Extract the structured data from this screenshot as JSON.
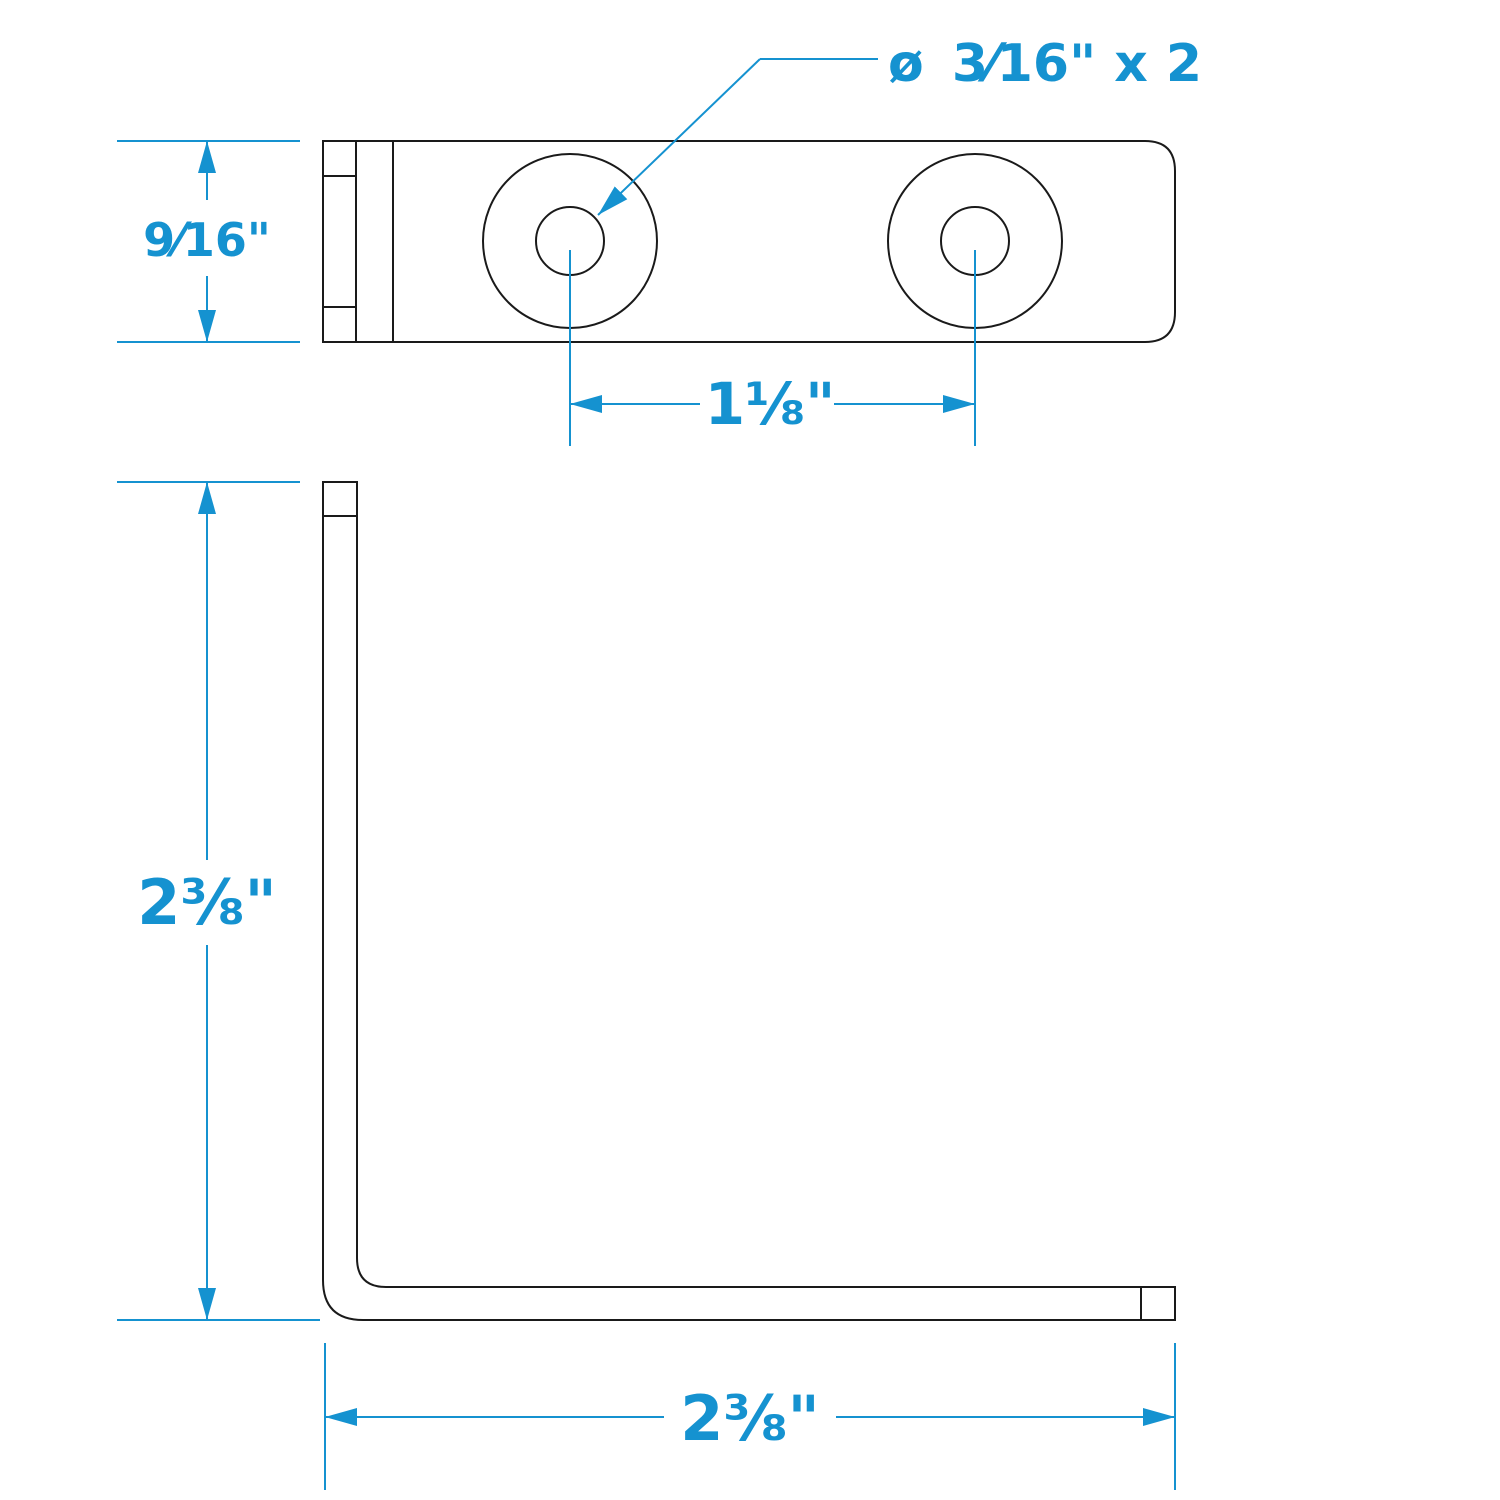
{
  "colors": {
    "dimension": "#1592d0",
    "outline": "#1a1a1a",
    "background": "#ffffff"
  },
  "dimensions": {
    "hole_diameter": {
      "symbol": "ø",
      "text": "3⁄16\" x 2"
    },
    "top_width": {
      "text": "9⁄16\""
    },
    "hole_spacing": {
      "text": "1⅛\""
    },
    "side_height": {
      "text": "2⅜\""
    },
    "bottom_length": {
      "text": "2⅜\""
    }
  }
}
